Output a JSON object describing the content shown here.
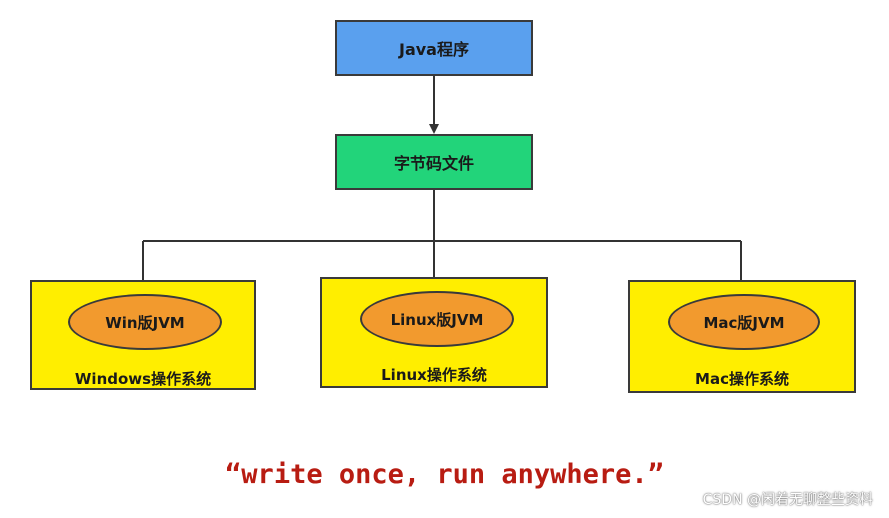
{
  "diagram": {
    "java_program": "Java程序",
    "bytecode_file": "字节码文件",
    "platforms": [
      {
        "jvm": "Win版JVM",
        "os": "Windows操作系统"
      },
      {
        "jvm": "Linux版JVM",
        "os": "Linux操作系统"
      },
      {
        "jvm": "Mac版JVM",
        "os": "Mac操作系统"
      }
    ]
  },
  "slogan": "“write once, run anywhere.”",
  "watermark": "CSDN @闲着无聊整些资料",
  "colors": {
    "java_box": "#5aa0ee",
    "bytecode_box": "#22d47a",
    "os_box": "#ffee00",
    "jvm_ellipse": "#f29a2e",
    "slogan": "#b81c12"
  }
}
